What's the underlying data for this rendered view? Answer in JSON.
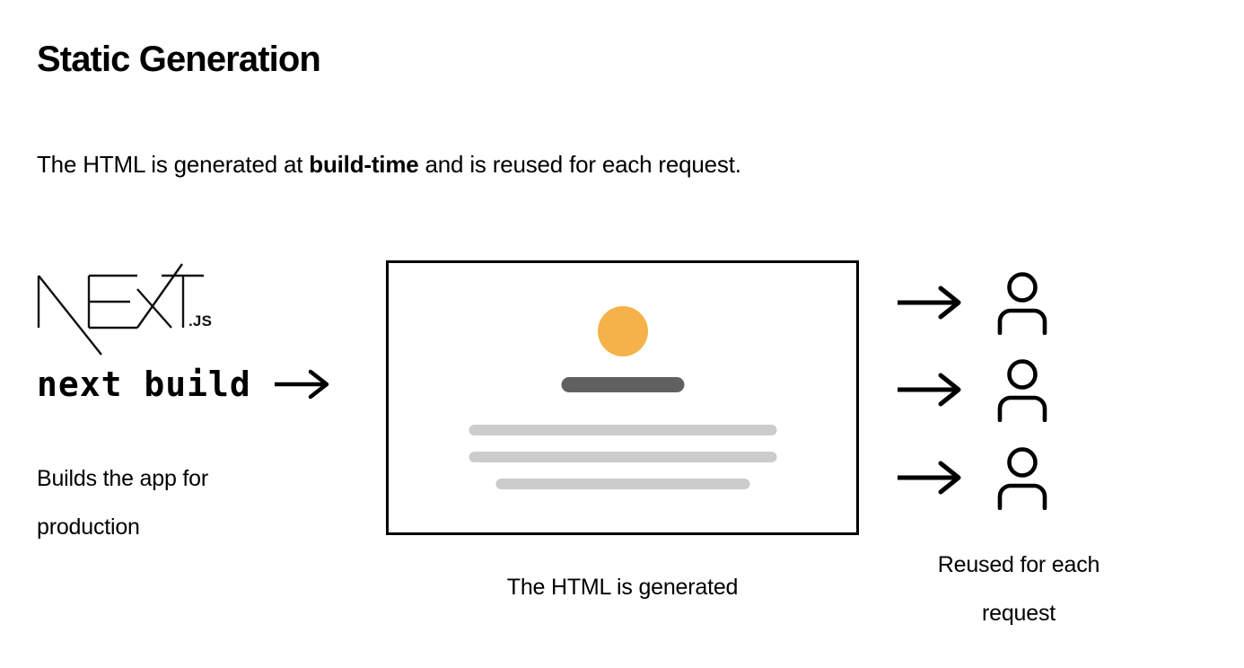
{
  "heading": {
    "title": "Static Generation",
    "subtitle_before": "The HTML is generated at ",
    "subtitle_bold": "build-time",
    "subtitle_after": " and is reused for each request."
  },
  "left_column": {
    "logo": {
      "name": "nextjs-logo",
      "wordmark": "NEXT",
      "suffix": ".JS"
    },
    "command": "next build",
    "command_arrow_icon": "arrow-right-icon",
    "description_line_1": "Builds the app for",
    "description_line_2": "production"
  },
  "mockup": {
    "caption": "The HTML is generated",
    "elements": {
      "avatar_icon": "circle-placeholder",
      "heading_bar": "heading-placeholder-bar",
      "text_lines": [
        "text-placeholder-line",
        "text-placeholder-line",
        "text-placeholder-line"
      ]
    },
    "colors": {
      "circle": "#F5B14A",
      "heading_bar": "#606060",
      "text_line": "#CCCCCC",
      "frame_border": "#000000"
    }
  },
  "right_column": {
    "rows": [
      {
        "arrow_icon": "arrow-right-icon",
        "user_icon": "user-icon"
      },
      {
        "arrow_icon": "arrow-right-icon",
        "user_icon": "user-icon"
      },
      {
        "arrow_icon": "arrow-right-icon",
        "user_icon": "user-icon"
      }
    ],
    "caption_line_1": "Reused for each",
    "caption_line_2": "request"
  }
}
